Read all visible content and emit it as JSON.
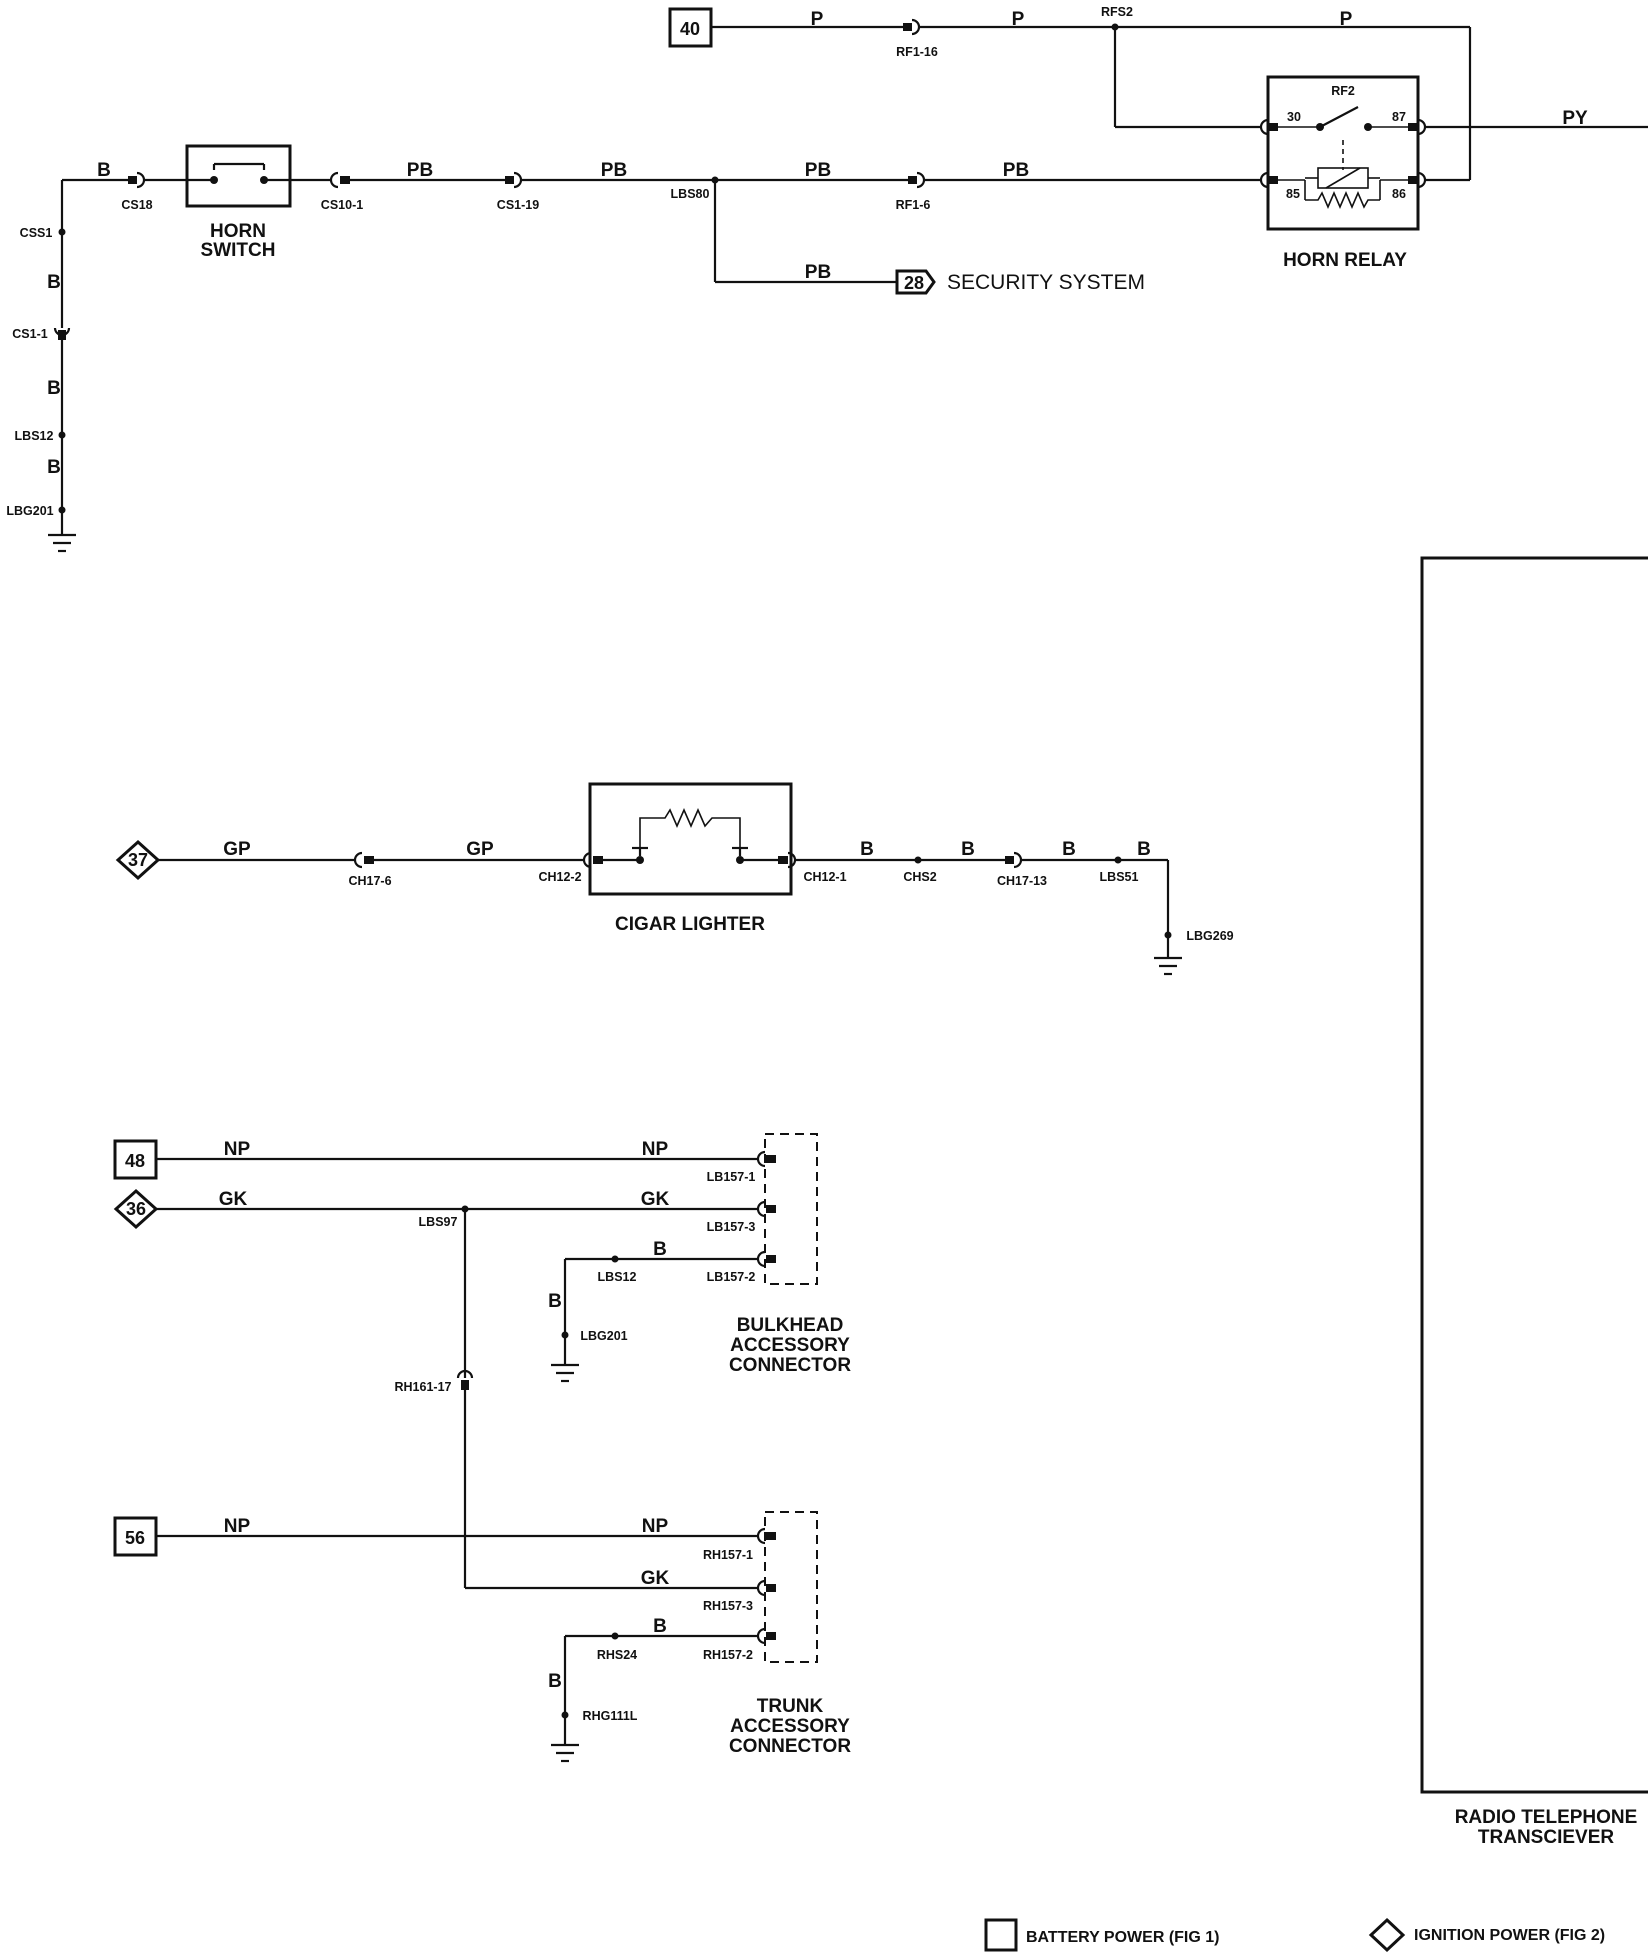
{
  "refs": {
    "battery_40": "40",
    "security_28": "28",
    "ignition_37": "37",
    "battery_48": "48",
    "ignition_36": "36",
    "battery_56": "56"
  },
  "components": {
    "horn_switch": [
      "HORN",
      "SWITCH"
    ],
    "horn_relay": "HORN RELAY",
    "relay_id": "RF2",
    "relay_pins": {
      "p30": "30",
      "p87": "87",
      "p85": "85",
      "p86": "86"
    },
    "security_system": "SECURITY SYSTEM",
    "cigar_lighter": "CIGAR LIGHTER",
    "bulkhead": [
      "BULKHEAD",
      "ACCESSORY",
      "CONNECTOR"
    ],
    "trunk": [
      "TRUNK",
      "ACCESSORY",
      "CONNECTOR"
    ],
    "radio": [
      "RADIO TELEPHONE",
      "TRANSCIEVER"
    ]
  },
  "wires": {
    "p1": "P",
    "p2": "P",
    "p3": "P",
    "py": "PY",
    "b_cs18": "B",
    "pb1": "PB",
    "pb2": "PB",
    "pb3": "PB",
    "pb4": "PB",
    "pb_sec": "PB",
    "b_v1": "B",
    "b_v2": "B",
    "b_v3": "B",
    "gp1": "GP",
    "gp2": "GP",
    "bc1": "B",
    "bc2": "B",
    "bc3": "B",
    "bc4": "B",
    "np48a": "NP",
    "np48b": "NP",
    "gk36a": "GK",
    "gk36b": "GK",
    "b_bh": "B",
    "b_bh_v": "B",
    "np56a": "NP",
    "np56b": "NP",
    "gk_tr": "GK",
    "b_tr": "B",
    "b_tr_v": "B"
  },
  "connectors": {
    "rf1_16": "RF1-16",
    "rfs2": "RFS2",
    "cs18": "CS18",
    "cs10_1": "CS10-1",
    "cs1_19": "CS1-19",
    "lbs80": "LBS80",
    "rf1_6": "RF1-6",
    "css1": "CSS1",
    "cs1_1": "CS1-1",
    "lbs12_top": "LBS12",
    "lbg201_top": "LBG201",
    "ch17_6": "CH17-6",
    "ch12_2": "CH12-2",
    "ch12_1": "CH12-1",
    "chs2": "CHS2",
    "ch17_13": "CH17-13",
    "lbs51": "LBS51",
    "lbg269": "LBG269",
    "lb157_1": "LB157-1",
    "lb157_3": "LB157-3",
    "lb157_2": "LB157-2",
    "lbs97": "LBS97",
    "lbs12_bh": "LBS12",
    "lbg201_bh": "LBG201",
    "rh161_17": "RH161-17",
    "rh157_1": "RH157-1",
    "rh157_3": "RH157-3",
    "rh157_2": "RH157-2",
    "rhs24": "RHS24",
    "rhg111l": "RHG111L"
  },
  "legend": {
    "battery": "BATTERY POWER (FIG 1)",
    "ignition": "IGNITION POWER (FIG 2)"
  }
}
